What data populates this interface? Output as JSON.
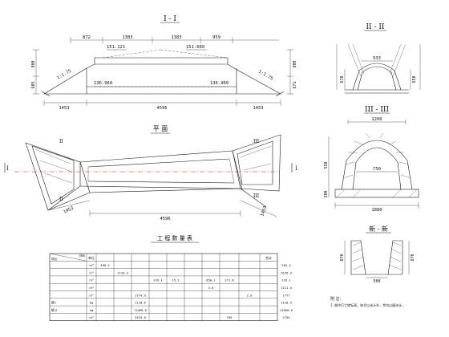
{
  "drawing": {
    "section_1_title": "I - I",
    "section_2_title": "II - II",
    "section_3_title": "III - III",
    "plan_title": "平 面",
    "joint_title": "新 - 新",
    "table_title": "工 程 数 量 表",
    "notes_heading": "附 注：",
    "note_1": "1. 图中尺寸除标高、桩号以米计外，余均以厘米计。"
  },
  "dims": {
    "top_872": "872",
    "top_1383a": "1383",
    "top_1383b": "1383",
    "top_959": "959",
    "elev_151121": "151.121",
    "elev_151660": "151.660",
    "elev_136960a": "136.960",
    "elev_136960b": "136.960",
    "slope_left": "1:1.75",
    "slope_right": "1:1.75",
    "left_800": "800",
    "left_605": "605",
    "right_800": "800",
    "right_671": "671",
    "bot_1453a": "1453",
    "bot_4596": "4596",
    "bot_1453b": "1453",
    "plan_1453a": "1453",
    "plan_4596": "4596",
    "plan_1453b": "1453",
    "s2_933": "933",
    "s2_670": "670",
    "s2_650": "650",
    "s3_1200": "1200",
    "s3_750": "750",
    "s3_1880": "1880",
    "s3_left_h": "550",
    "s3_left_200": "200",
    "j_870a": "870",
    "j_870b": "870",
    "j_500": "500",
    "marker_I": "I",
    "marker_II": "II",
    "marker_III": "III"
  },
  "table": {
    "header_corner_top": "材料",
    "header_corner_bottom": "项目",
    "columns": [
      "单位",
      "",
      "",
      "",
      "",
      "",
      "",
      "",
      "",
      "",
      "合计"
    ],
    "rows": [
      {
        "label": "",
        "unit": "m³",
        "cells": [
          "490.2",
          "",
          "",
          "",
          "",
          "",
          "",
          "",
          "",
          "",
          "203.2"
        ]
      },
      {
        "label": "",
        "unit": "m³",
        "cells": [
          "",
          "1733.4",
          "",
          "",
          "",
          "",
          "",
          "",
          "",
          "",
          "2676.4"
        ]
      },
      {
        "label": "",
        "unit": "m³",
        "cells": [
          "",
          "",
          "",
          "229.1",
          "15.3",
          "",
          "858.1",
          "271.6",
          "",
          "",
          "229.1"
        ]
      },
      {
        "label": "",
        "unit": "m³",
        "cells": [
          "",
          "",
          "",
          "",
          "",
          "",
          "2.0",
          "",
          "",
          "",
          "1111.4"
        ]
      },
      {
        "label": "",
        "unit": "m³",
        "cells": [
          "",
          "",
          "1774.9",
          "",
          "",
          "",
          "",
          "",
          "2.0",
          "",
          "1777"
        ]
      },
      {
        "label": "钢 I",
        "unit": "kg",
        "cells": [
          "",
          "",
          "1118.6",
          "",
          "",
          "",
          "",
          "",
          "",
          "",
          "1118.4"
        ]
      },
      {
        "label": "钢 II",
        "unit": "kg",
        "cells": [
          "",
          "",
          "11068.6",
          "",
          "",
          "",
          "",
          "",
          "",
          "",
          "11068.6"
        ]
      },
      {
        "label": "",
        "unit": "m³",
        "cells": [
          "",
          "",
          "2424.0",
          "",
          "",
          "",
          "",
          "330",
          "",
          "",
          "2754"
        ]
      }
    ]
  },
  "colors": {
    "line": "#1a1a1a",
    "centerline": "#d22222",
    "background": "#ffffff"
  }
}
